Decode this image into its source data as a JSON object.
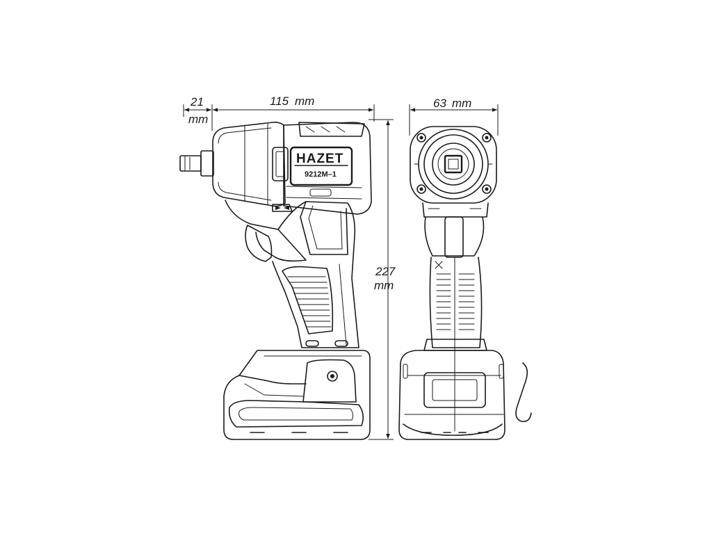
{
  "dimensions": {
    "anvil": {
      "value": "21",
      "unit": "mm"
    },
    "length": {
      "value": "115",
      "unit": "mm"
    },
    "width": {
      "value": "63",
      "unit": "mm"
    },
    "height": {
      "value": "227",
      "unit": "mm"
    }
  },
  "label": {
    "brand": "HAZET",
    "model": "9212M–1"
  },
  "colors": {
    "line": "#1a1a1a",
    "background": "#ffffff"
  }
}
